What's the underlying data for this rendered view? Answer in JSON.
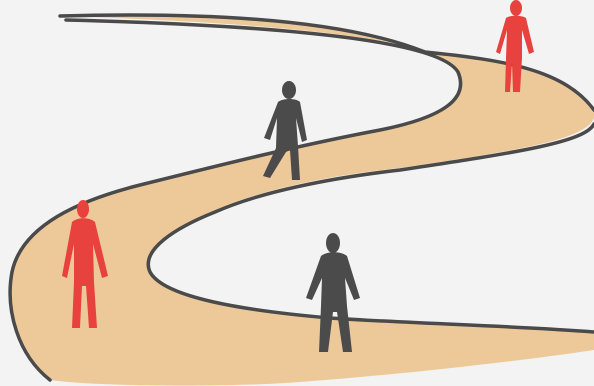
{
  "scene": {
    "background_color": "#f3f3f3",
    "path_fill_color": "#edc99a",
    "path_edge_color": "#4a4a4a",
    "figures": [
      {
        "name": "red-figure-top-right",
        "color": "#e8423f",
        "pose": "standing"
      },
      {
        "name": "gray-figure-upper-middle",
        "color": "#4b4b4b",
        "pose": "walking"
      },
      {
        "name": "red-figure-left",
        "color": "#e8423f",
        "pose": "standing"
      },
      {
        "name": "gray-figure-bottom",
        "color": "#4b4b4b",
        "pose": "standing"
      }
    ]
  }
}
